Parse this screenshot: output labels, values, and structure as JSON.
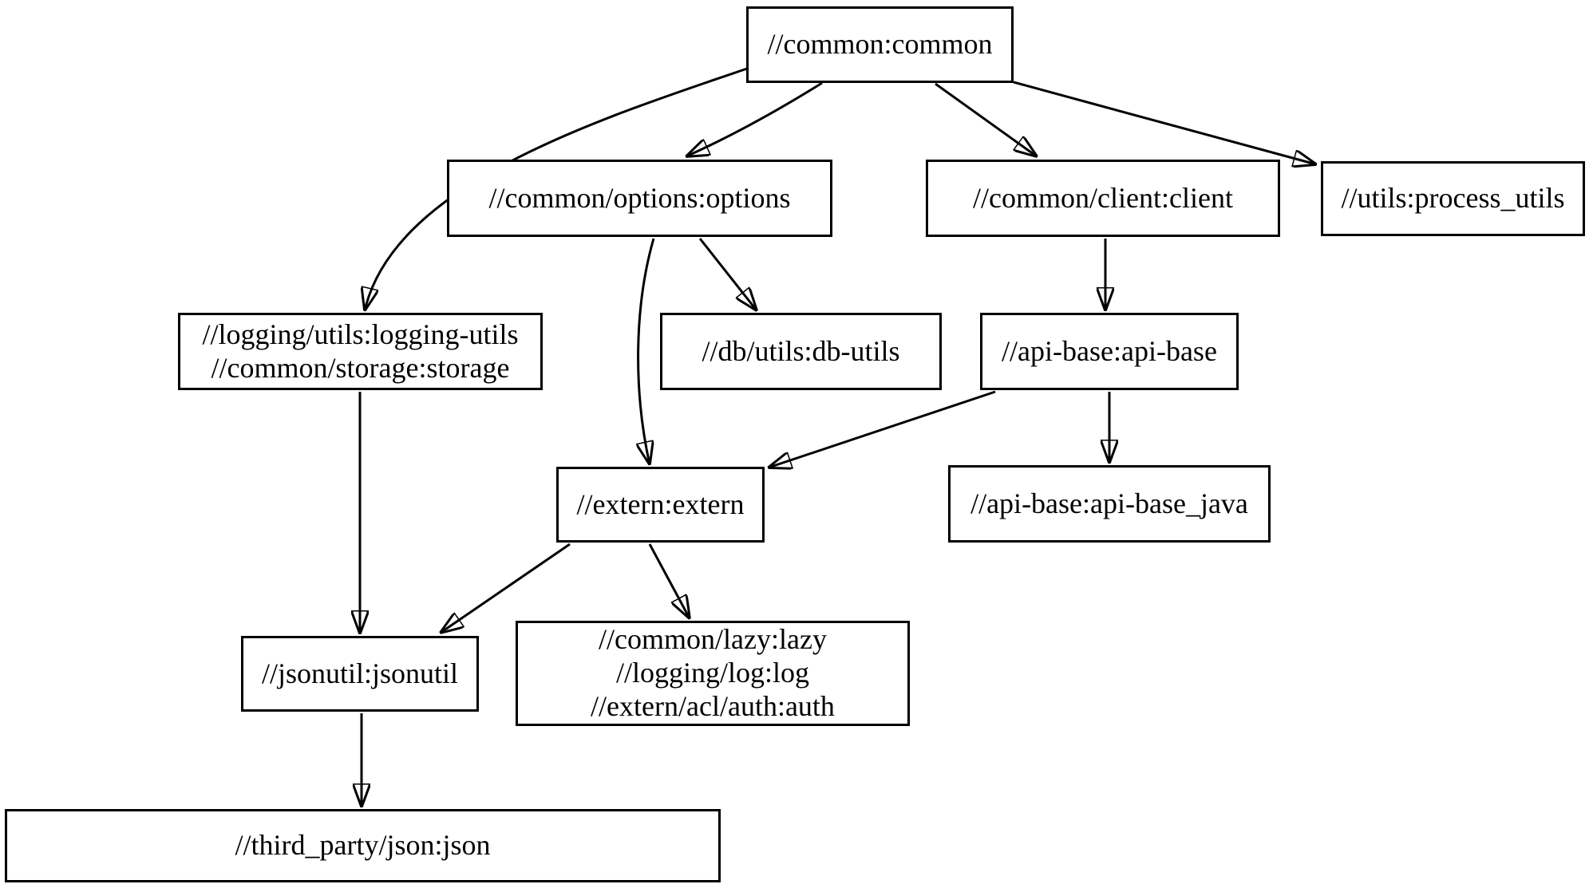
{
  "diagram": {
    "type": "dependency-graph",
    "nodes": {
      "common": {
        "label": "//common:common"
      },
      "options": {
        "label": "//common/options:options"
      },
      "client": {
        "label": "//common/client:client"
      },
      "process": {
        "label": "//utils:process_utils"
      },
      "storage": {
        "label": "//logging/utils:logging-utils\n//common/storage:storage"
      },
      "db": {
        "label": "//db/utils:db-utils"
      },
      "api": {
        "label": "//api-base:api-base"
      },
      "extern": {
        "label": "//extern:extern"
      },
      "java": {
        "label": "//api-base:api-base_java"
      },
      "jsonutil": {
        "label": "//jsonutil:jsonutil"
      },
      "lazy": {
        "label": "//common/lazy:lazy\n//logging/log:log\n//extern/acl/auth:auth"
      },
      "third": {
        "label": "//third_party/json:json"
      }
    },
    "edges": [
      {
        "from": "common",
        "to": "options"
      },
      {
        "from": "common",
        "to": "client"
      },
      {
        "from": "common",
        "to": "process"
      },
      {
        "from": "common",
        "to": "storage"
      },
      {
        "from": "options",
        "to": "db"
      },
      {
        "from": "options",
        "to": "extern"
      },
      {
        "from": "client",
        "to": "api"
      },
      {
        "from": "api",
        "to": "java"
      },
      {
        "from": "api",
        "to": "extern"
      },
      {
        "from": "storage",
        "to": "jsonutil"
      },
      {
        "from": "extern",
        "to": "jsonutil"
      },
      {
        "from": "extern",
        "to": "lazy"
      },
      {
        "from": "jsonutil",
        "to": "third"
      }
    ],
    "colors": {
      "background": "#ffffff",
      "node_fill": "#ffffff",
      "node_border": "#000000",
      "text": "#000000",
      "edge": "#000000"
    }
  }
}
